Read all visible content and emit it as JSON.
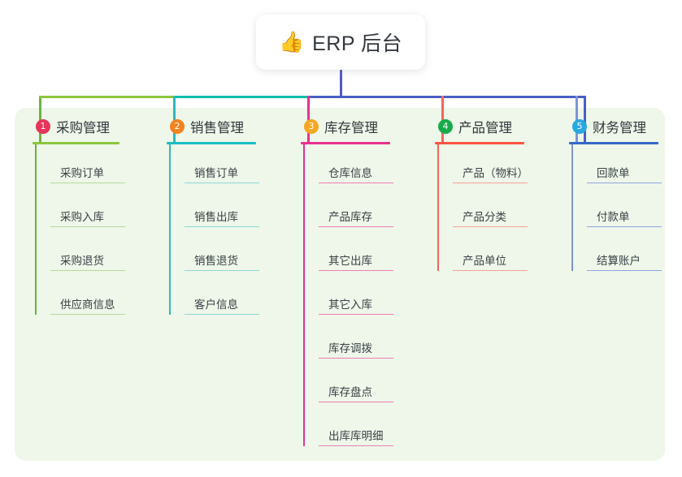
{
  "root": {
    "icon": "thumbs-up-icon",
    "icon_glyph": "👍",
    "title": "ERP 后台"
  },
  "panel": {
    "background": "#eef7e9"
  },
  "trunk_color": "#5558c8",
  "columns": [
    {
      "number": "1",
      "title": "采购管理",
      "badge_color": "#e8345a",
      "rule_color": "#8cc63f",
      "line_color": "#6cb33f",
      "item_rule_color": "#b6d99a",
      "bus_color": "#8cc63f",
      "items": [
        {
          "label": "采购订单"
        },
        {
          "label": "采购入库"
        },
        {
          "label": "采购退货"
        },
        {
          "label": "供应商信息"
        }
      ]
    },
    {
      "number": "2",
      "title": "销售管理",
      "badge_color": "#f58220",
      "rule_color": "#19bec4",
      "line_color": "#2cb9bd",
      "item_rule_color": "#8fd6d8",
      "bus_color": "#0ec0a8",
      "items": [
        {
          "label": "销售订单"
        },
        {
          "label": "销售出库"
        },
        {
          "label": "销售退货"
        },
        {
          "label": "客户信息"
        }
      ]
    },
    {
      "number": "3",
      "title": "库存管理",
      "badge_color": "#f5a623",
      "rule_color": "#e8318f",
      "line_color": "#e8318f",
      "item_rule_color": "#f07cb6",
      "bus_color": "#e8318f",
      "items": [
        {
          "label": "仓库信息"
        },
        {
          "label": "产品库存"
        },
        {
          "label": "其它出库"
        },
        {
          "label": "其它入库"
        },
        {
          "label": "库存调拨"
        },
        {
          "label": "库存盘点"
        },
        {
          "label": "出库库明细"
        }
      ]
    },
    {
      "number": "4",
      "title": "产品管理",
      "badge_color": "#17ab4a",
      "rule_color": "#fa5341",
      "line_color": "#f2665c",
      "item_rule_color": "#f5a099",
      "bus_color": "#f2665c",
      "items": [
        {
          "label": "产品（物料）"
        },
        {
          "label": "产品分类"
        },
        {
          "label": "产品单位"
        }
      ]
    },
    {
      "number": "5",
      "title": "财务管理",
      "badge_color": "#29a8e0",
      "rule_color": "#3668c8",
      "line_color": "#7e94d8",
      "item_rule_color": "#8fa3dd",
      "bus_color": "#4a5fc4",
      "items": [
        {
          "label": "回款单"
        },
        {
          "label": "付款单"
        },
        {
          "label": "结算账户"
        }
      ]
    }
  ]
}
